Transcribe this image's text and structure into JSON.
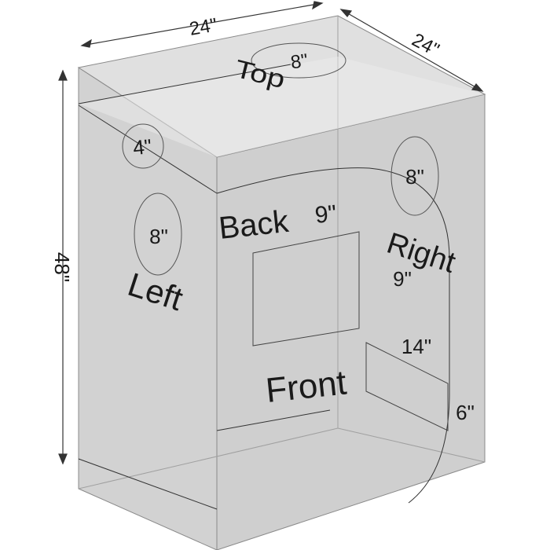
{
  "dimensions": {
    "width": "24\"",
    "depth": "24\"",
    "height": "48\""
  },
  "faces": {
    "top": "Top",
    "back": "Back",
    "left": "Left",
    "right": "Right",
    "front": "Front"
  },
  "ports": {
    "top_vent": "8\"",
    "top_left_vent": "4\"",
    "left_port": "8\"",
    "right_upper_port": "8\"",
    "back_window": "9\"",
    "right_window": "9\"",
    "right_panel_width": "14\"",
    "right_panel_height": "6\""
  },
  "colors": {
    "box_fill": "#d9d9d9",
    "box_stroke": "#7a7a7a",
    "line": "#333333",
    "text": "#1a1a1a"
  }
}
